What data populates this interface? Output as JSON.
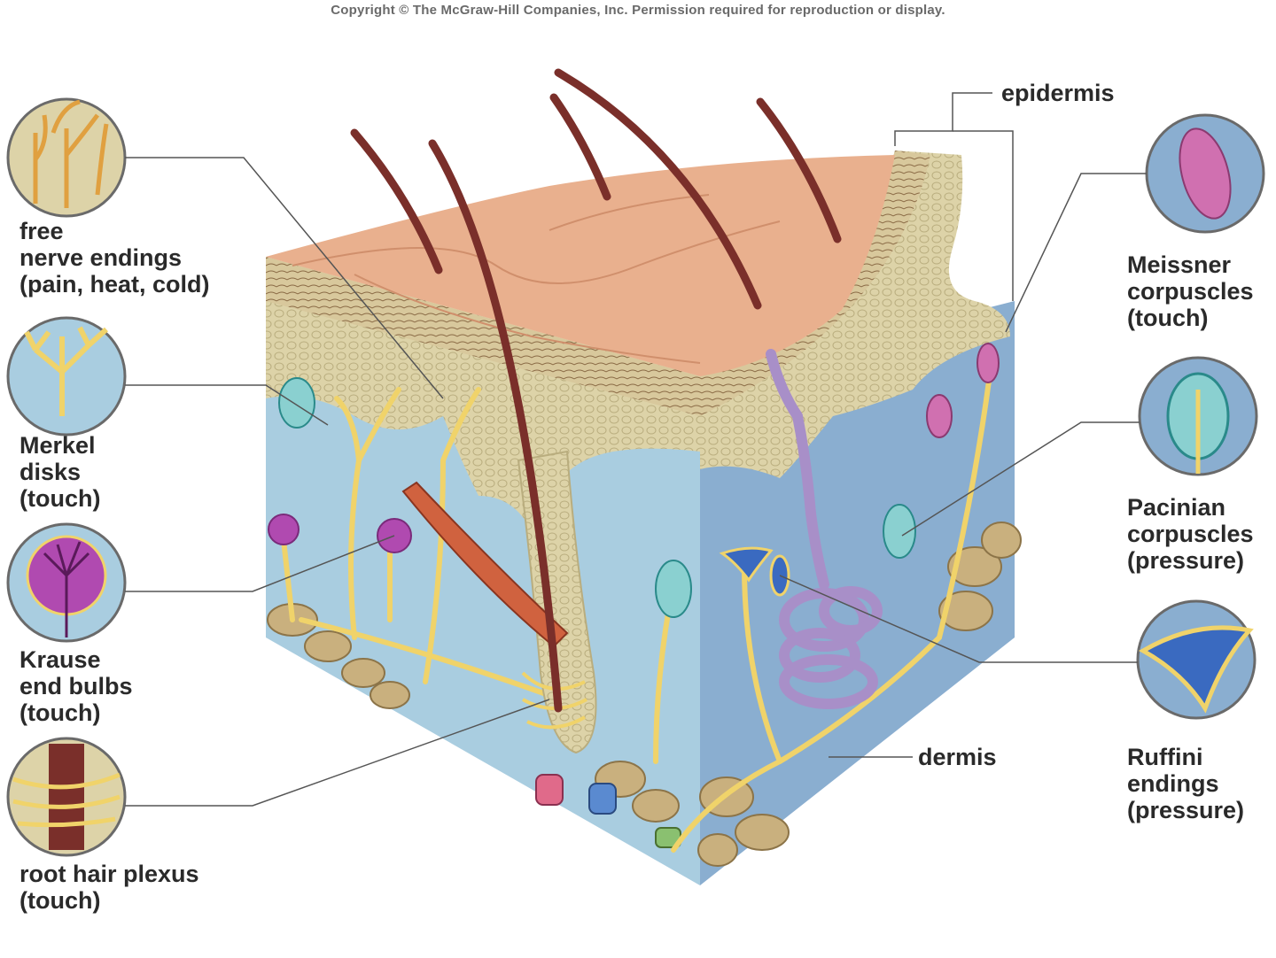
{
  "copyright": "Copyright © The McGraw-Hill Companies, Inc. Permission required for reproduction or display.",
  "labels": {
    "free_nerve_endings": [
      "free",
      "nerve endings",
      "(pain, heat, cold)"
    ],
    "merkel_disks": [
      "Merkel",
      "disks",
      "(touch)"
    ],
    "krause_end_bulbs": [
      "Krause",
      "end bulbs",
      "(touch)"
    ],
    "root_hair_plexus": [
      "root hair plexus",
      "(touch)"
    ],
    "epidermis": "epidermis",
    "dermis": "dermis",
    "meissner_corpuscles": [
      "Meissner",
      "corpuscles",
      "(touch)"
    ],
    "pacinian_corpuscles": [
      "Pacinian",
      "corpuscles",
      "(pressure)"
    ],
    "ruffini_endings": [
      "Ruffini",
      "endings",
      "(pressure)"
    ]
  },
  "colors": {
    "skin_surface": "#e9b08e",
    "epidermis": "#d9cfa3",
    "dermis_left": "#a9cde0",
    "dermis_right": "#8aaed0",
    "hair": "#7a2f2a",
    "nerve": "#f0d36a",
    "fat": "#c9b07e",
    "sweat_gland": "#a88fc8"
  }
}
